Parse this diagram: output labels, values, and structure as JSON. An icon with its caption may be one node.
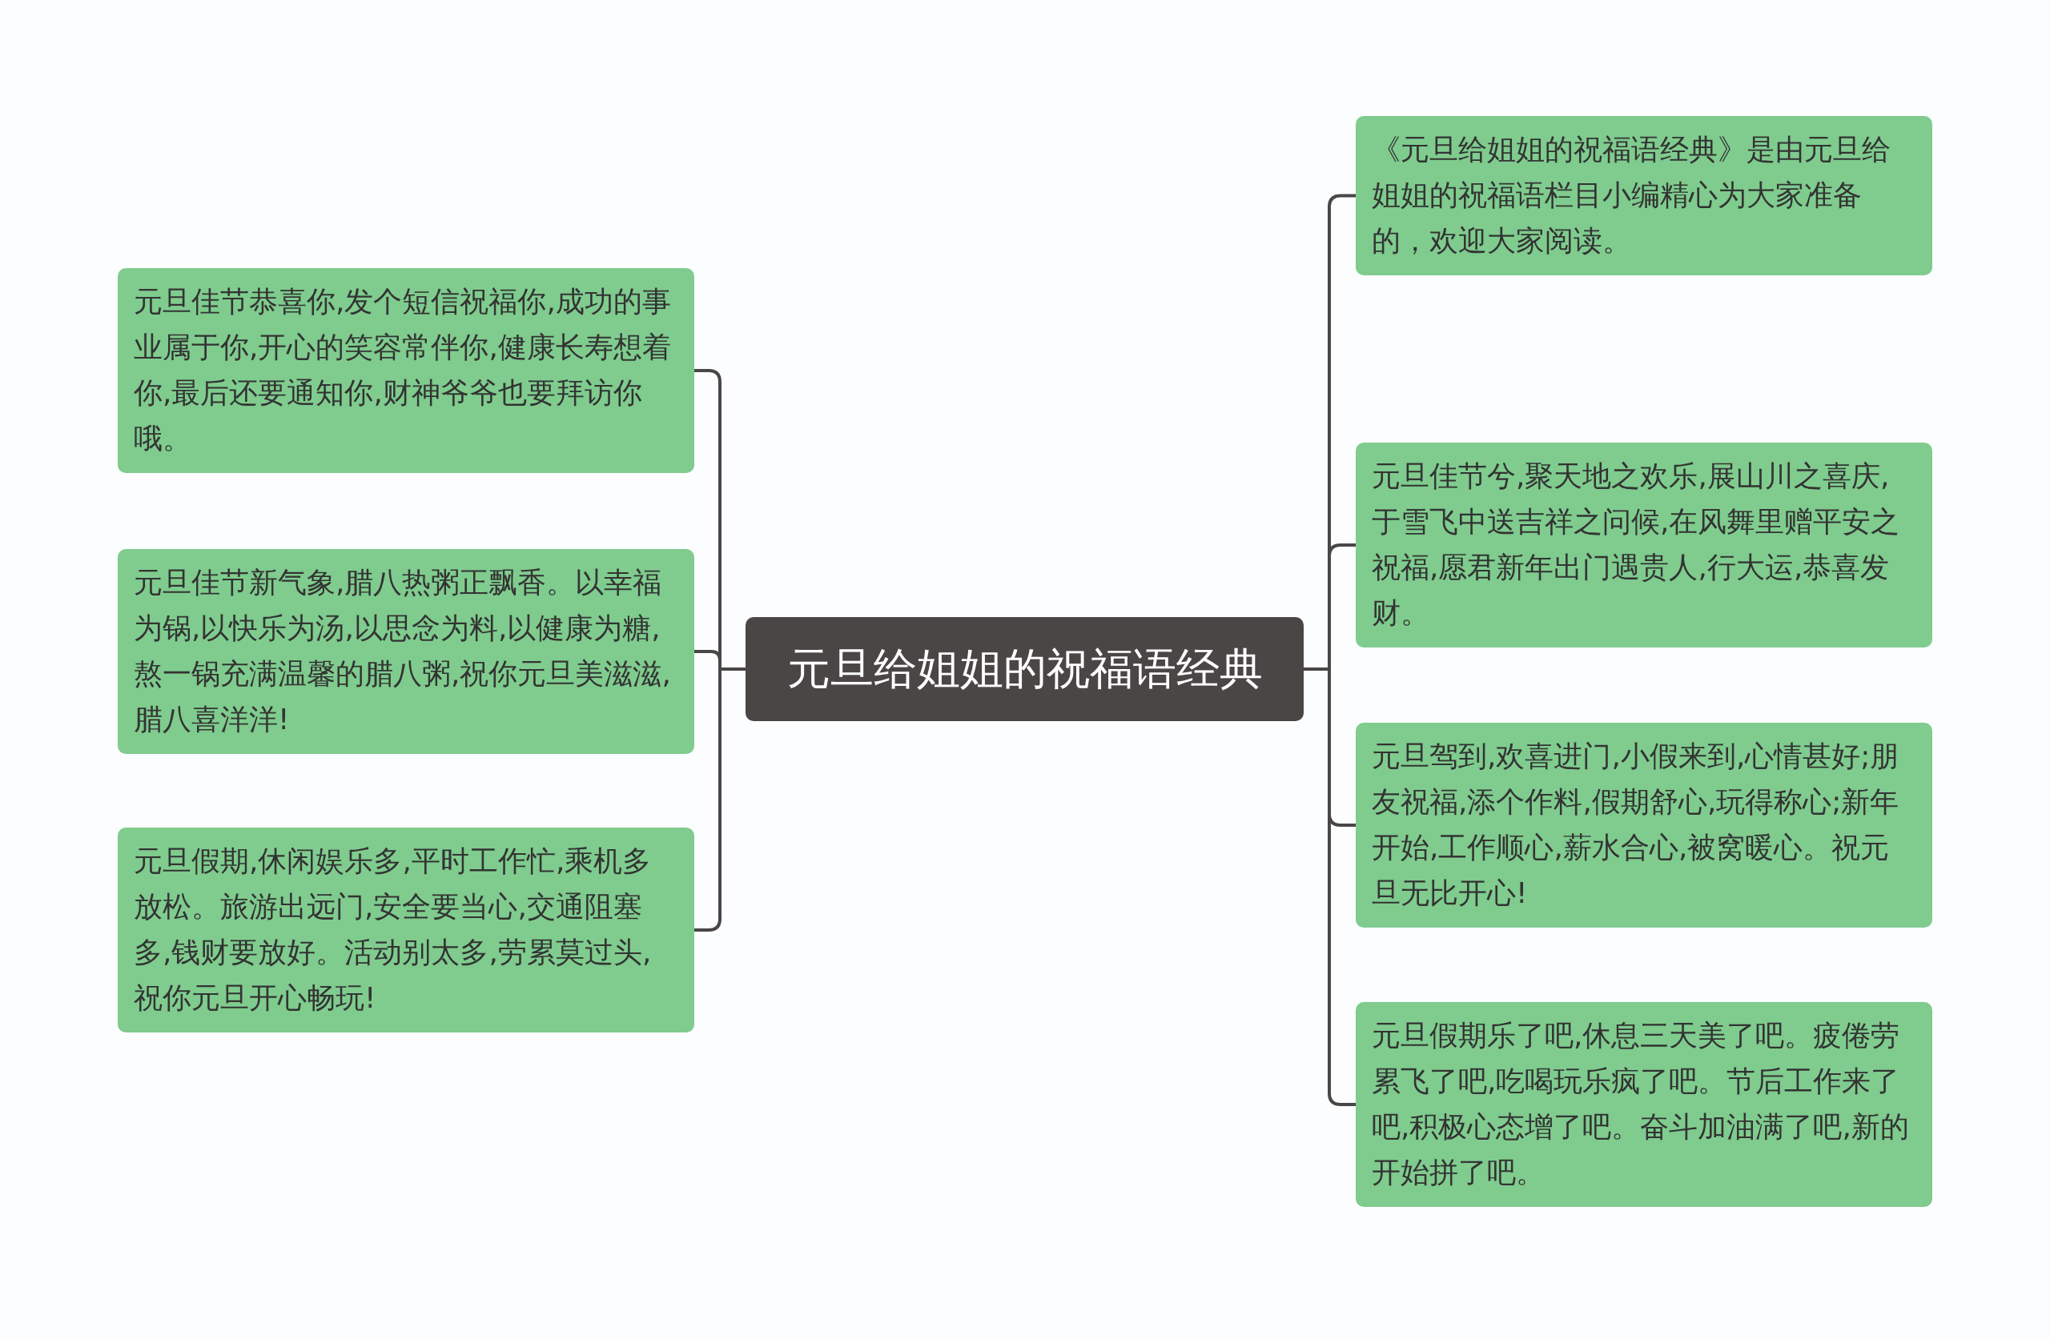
{
  "diagram": {
    "nodes": [
      {
        "text": [
          "元旦给姐姐的祝福语经典"
        ]
      },
      {
        "text": [
          "元旦佳节恭喜你,发个短信祝福你,成功的事业属于你,开心的笑容常伴你,健康长寿想着你,最后还要通知你,财神爷爷也要拜访你哦。"
        ]
      },
      {
        "text": [
          "元旦佳节新气象,腊八热粥正飘香。以幸福为锅,以快乐为汤,以思念为料,以健康为糖,熬一锅充满温馨的腊八粥,祝你元旦美滋滋,腊八喜洋洋!"
        ]
      },
      {
        "text": [
          "元旦假期,休闲娱乐多,平时工作忙,乘机多放松。旅游出远门,安全要当心,交通阻塞多,钱财要放好。活动别太多,劳累莫过头,祝你元旦开心畅玩!"
        ]
      },
      {
        "text": [
          "《元旦给姐姐的祝福语经典》是由元旦给姐姐的祝福语栏目小编精心为大家准备的，欢迎大家阅读。"
        ]
      },
      {
        "text": [
          "元旦佳节兮,聚天地之欢乐,展山川之喜庆,于雪飞中送吉祥之问候,在风舞里赠平安之祝福,愿君新年出门遇贵人,行大运,恭喜发财。"
        ]
      },
      {
        "text": [
          "元旦驾到,欢喜进门,小假来到,心情甚好;朋友祝福,添个作料,假期舒心,玩得称心;新年开始,工作顺心,薪水合心,被窝暖心。祝元旦无比开心!"
        ]
      },
      {
        "text": [
          "元旦假期乐了吧,休息三天美了吧。疲倦劳累飞了吧,吃喝玩乐疯了吧。节后工作来了吧,积极心态增了吧。奋斗加油满了吧,新的开始拼了吧。"
        ]
      }
    ],
    "edges": [
      {
        "from": 0,
        "to": 1,
        "arrow": "none"
      },
      {
        "from": 0,
        "to": 2,
        "arrow": "none"
      },
      {
        "from": 0,
        "to": 3,
        "arrow": "none"
      },
      {
        "from": 0,
        "to": 4,
        "arrow": "none"
      },
      {
        "from": 0,
        "to": 5,
        "arrow": "none"
      },
      {
        "from": 0,
        "to": 6,
        "arrow": "none"
      },
      {
        "from": 0,
        "to": 7,
        "arrow": "none"
      }
    ]
  }
}
